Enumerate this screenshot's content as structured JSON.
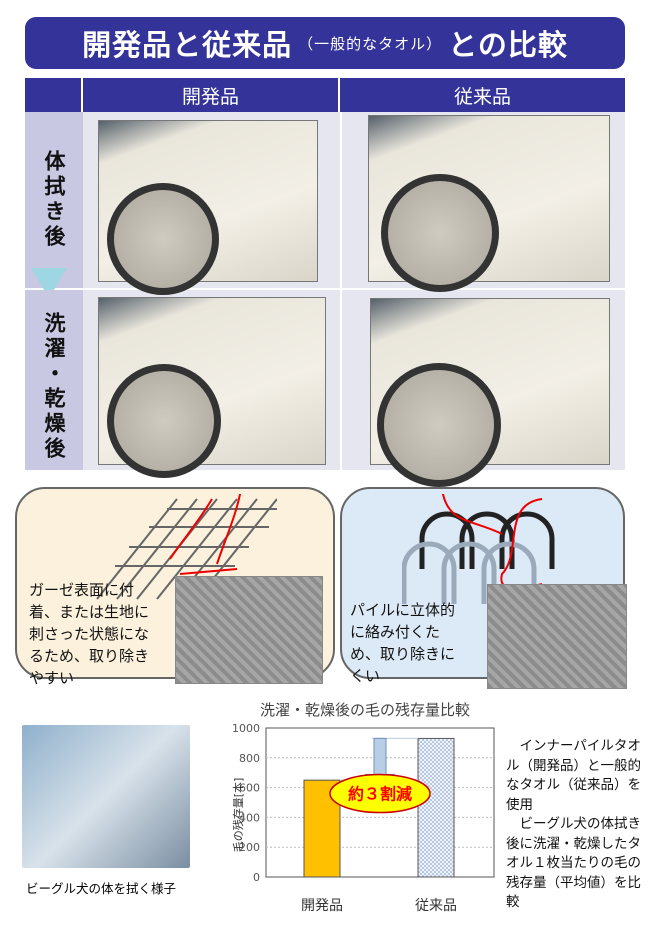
{
  "title": {
    "main_left": "開発品と従来品",
    "sub": "（一般的なタオル）",
    "main_right": "との比較"
  },
  "columns": [
    "開発品",
    "従来品"
  ],
  "rows": [
    {
      "label": "体拭き後"
    },
    {
      "label": "洗濯・乾燥後"
    }
  ],
  "bubbles": {
    "developed": "ガーゼ表面に付着、または生地に刺さった状態になるため、取り除きやすい",
    "conventional": "パイルに立体的に絡み付くため、取り除きにくい"
  },
  "photo_caption": "ビーグル犬の体を拭く様子",
  "side_text": {
    "p1": "インナーパイルタオル（開発品）と一般的なタオル（従来品）を使用",
    "p2": "ビーグル犬の体拭き後に洗濯・乾燥したタオル１枚当たりの毛の残存量（平均値）を比較"
  },
  "colors": {
    "navy": "#333399",
    "bar_developed": "#ffc000",
    "bar_conventional": "#dbe6f6",
    "badge": "#ffff00",
    "badge_text": "#ff0000"
  },
  "chart_data": {
    "type": "bar",
    "title": "洗濯・乾燥後の毛の残存量比較",
    "ylabel": "毛の残存量[本]",
    "categories": [
      "開発品",
      "従来品"
    ],
    "values": [
      650,
      930
    ],
    "ylim": [
      0,
      1000
    ],
    "yticks": [
      "0",
      "200",
      "400",
      "600",
      "800",
      "1000"
    ],
    "grid": true,
    "annotation": "約３割減"
  }
}
